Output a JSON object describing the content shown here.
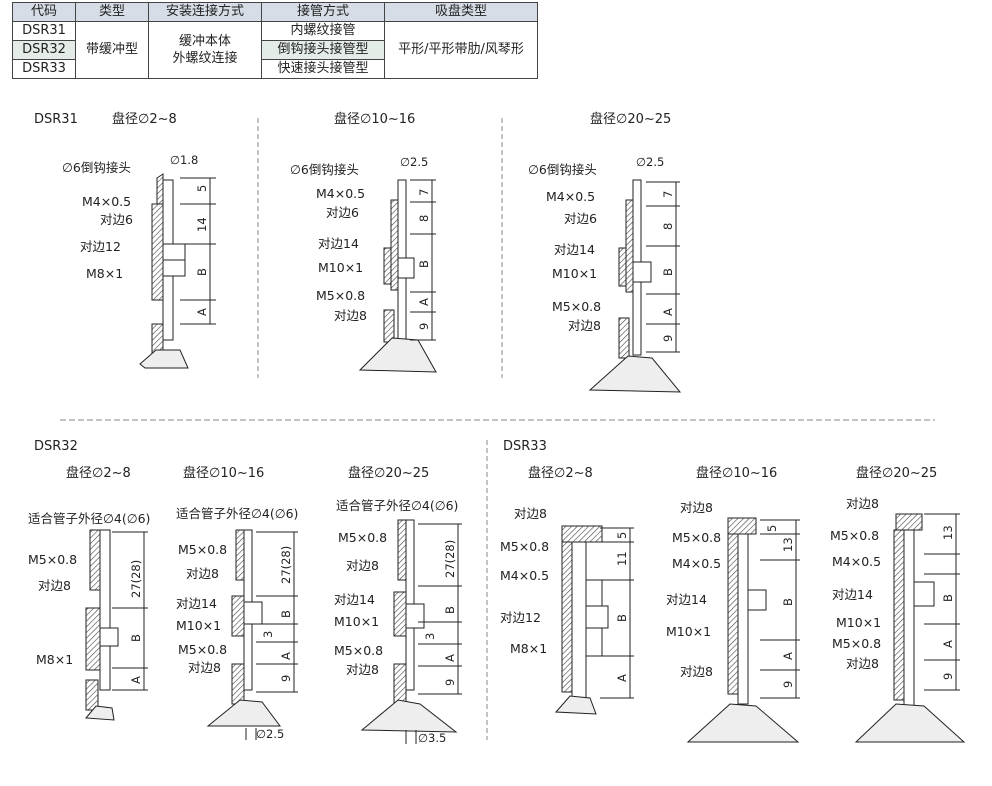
{
  "table": {
    "headers": [
      "代码",
      "类型",
      "安装连接方式",
      "接管方式",
      "吸盘类型"
    ],
    "codes": [
      "DSR31",
      "DSR32",
      "DSR33"
    ],
    "type": "带缓冲型",
    "mount_line1": "缓冲本体",
    "mount_line2": "外螺纹连接",
    "pipe": [
      "内螺纹接管",
      "倒钩接头接管型",
      "快速接头接管型"
    ],
    "pad": "平形/平形带肋/风琴形"
  },
  "sections": {
    "dsr31": "DSR31",
    "dsr32": "DSR32",
    "dsr33": "DSR33"
  },
  "dia": {
    "d2_8": "盘径∅2~8",
    "d10_16": "盘径∅10~16",
    "d20_25": "盘径∅20~25"
  },
  "labels": {
    "barb": "∅6倒钩接头",
    "d18": "∅1.8",
    "d25": "∅2.5",
    "d35": "∅3.5",
    "m4": "M4×0.5",
    "m5": "M5×0.8",
    "m8": "M8×1",
    "m10": "M10×1",
    "hex6": "对边6",
    "hex8": "对边8",
    "hex12": "对边12",
    "hex14": "对边14",
    "tube": "适合管子外径∅4(∅6)"
  },
  "dims": {
    "n5": "5",
    "n7": "7",
    "n8": "8",
    "n9": "9",
    "n11": "11",
    "n13": "13",
    "n14": "14",
    "n3": "3",
    "n27": "27(28)",
    "a": "A",
    "b": "B"
  }
}
